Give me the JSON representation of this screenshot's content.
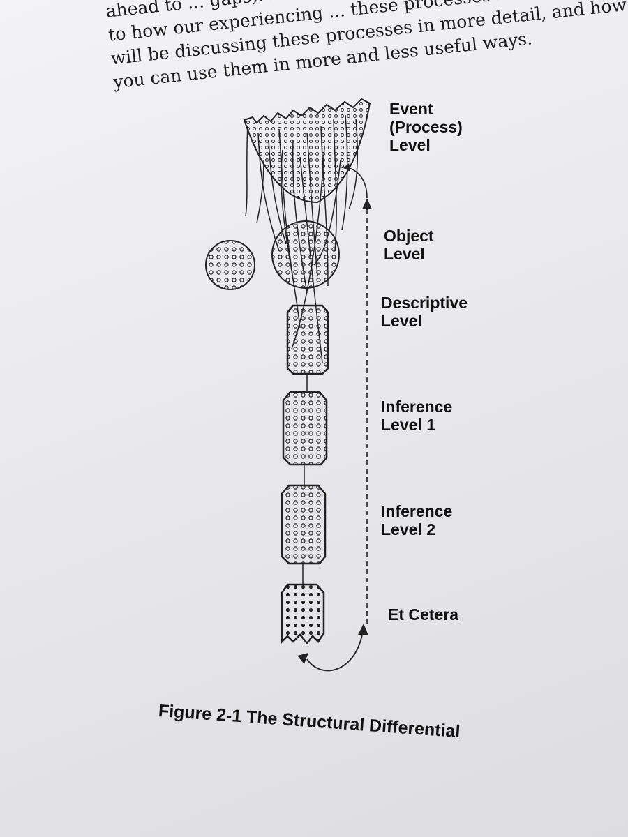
{
  "body_text": {
    "line1": "ahead to ... gaps). For now, ... ers we",
    "line2": "to how our experiencing ... these processes in more detail, and how",
    "line3": "will be discussing these processes in more detail, and how",
    "line4": "you can use them in more and less useful ways."
  },
  "diagram": {
    "levels": [
      {
        "id": "event",
        "label": "Event\n(Process)\nLevel"
      },
      {
        "id": "object",
        "label": "Object\nLevel"
      },
      {
        "id": "descriptive",
        "label": "Descriptive\nLevel"
      },
      {
        "id": "inference1",
        "label": "Inference\nLevel 1"
      },
      {
        "id": "inference2",
        "label": "Inference\nLevel 2"
      },
      {
        "id": "etcetera",
        "label": "Et Cetera"
      }
    ]
  },
  "caption": "Figure 2-1 The Structural Differential"
}
